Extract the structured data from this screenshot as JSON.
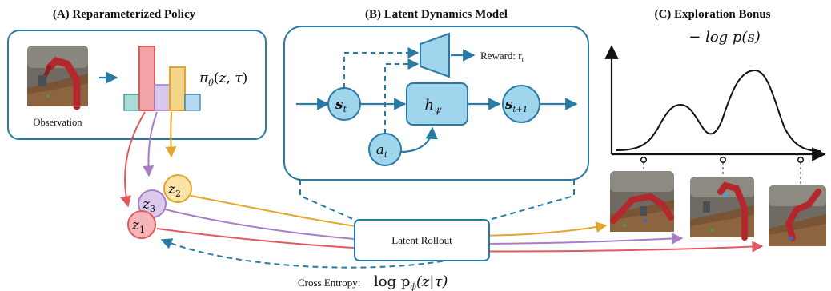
{
  "sections": {
    "a_title": "(A) Reparameterized Policy",
    "b_title": "(B) Latent Dynamics Model",
    "c_title": "(C) Exploration Bonus"
  },
  "panel_a": {
    "observation_label": "Observation",
    "policy_label": "πθ(z, τ)",
    "histogram": [
      {
        "value": 0.25,
        "color": "#a8dcd6"
      },
      {
        "value": 1.0,
        "color": "#f2a3a6"
      },
      {
        "value": 0.4,
        "color": "#d6c8ea"
      },
      {
        "value": 0.68,
        "color": "#f5d58a"
      },
      {
        "value": 0.25,
        "color": "#b8d8ef"
      }
    ]
  },
  "panel_b": {
    "reward_label": "Reward: r",
    "reward_sub": "t",
    "state_label": "s",
    "state_sub": "t",
    "next_state_sub": "t+1",
    "action_label": "a",
    "action_sub": "t",
    "model_label": "h",
    "model_sub": "ψ"
  },
  "panel_c": {
    "bonus_label": "− log p(s)"
  },
  "latents": [
    {
      "label": "z",
      "sub": "1",
      "color": "#e0595e",
      "fill": "#f6b5b7"
    },
    {
      "label": "z",
      "sub": "3",
      "color": "#a57ec6",
      "fill": "#dccaee"
    },
    {
      "label": "z",
      "sub": "2",
      "color": "#e3a52c",
      "fill": "#fbe3a8"
    }
  ],
  "rollout_label": "Latent Rollout",
  "cross_entropy": {
    "prefix": "Cross Entropy:",
    "formula": "log p",
    "formula_sub": "ϕ",
    "formula_tail": "(z|τ)"
  },
  "colors": {
    "blue": "#2a7aa6",
    "light_blue": "#9fd6ee",
    "red": "#e0595e",
    "purple": "#a57ec6",
    "gold": "#e3a52c"
  }
}
